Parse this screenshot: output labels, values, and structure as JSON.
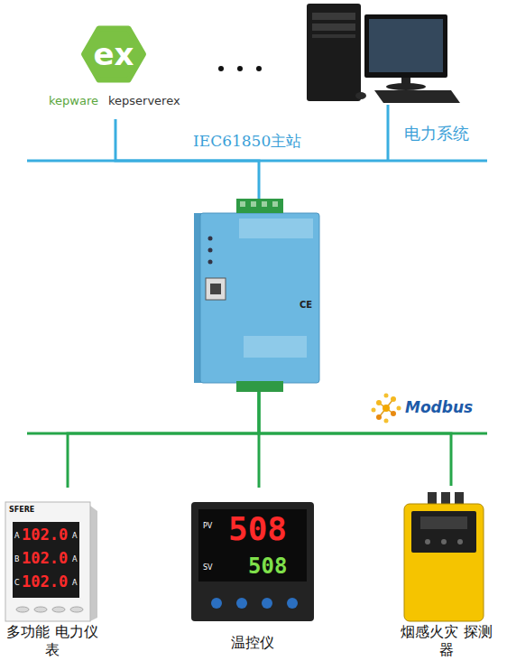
{
  "diagram": {
    "nodes": [
      {
        "text": [
          "ex",
          "kepware",
          "kepserverex"
        ]
      },
      {
        "text": [
          "CE"
        ]
      },
      {
        "text": [
          "SFERE",
          "A",
          "102.0",
          "A",
          "B",
          "102.0",
          "A",
          "C",
          "102.0",
          "A",
          "多功能 电力仪表"
        ]
      },
      {
        "text": [
          "PV",
          "508",
          "SV",
          "508",
          "温控仪"
        ]
      },
      {
        "text": [
          "烟感火灾 探测器"
        ]
      }
    ],
    "edges": [
      {
        "from": 1,
        "to": 0,
        "arrow": "none"
      },
      {
        "from": 1,
        "to": 2,
        "arrow": "none"
      },
      {
        "from": 1,
        "to": 3,
        "arrow": "none"
      },
      {
        "from": 1,
        "to": 4,
        "arrow": "none"
      }
    ],
    "labels": [
      "IEC61850主站",
      "电力系统",
      "Modbus"
    ]
  }
}
